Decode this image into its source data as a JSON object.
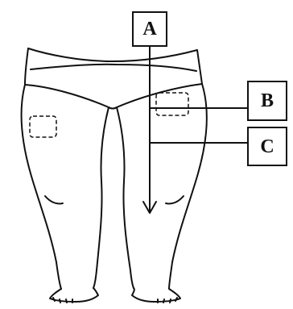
{
  "diagram": {
    "labels": {
      "a": "A",
      "b": "B",
      "c": "C"
    },
    "colors": {
      "ink": "#111111",
      "background": "#ffffff"
    },
    "figure": {
      "subject": "legs-front-view",
      "injection_sites": [
        "left-thigh-site",
        "right-thigh-site"
      ],
      "arrow_direction": "down"
    }
  }
}
